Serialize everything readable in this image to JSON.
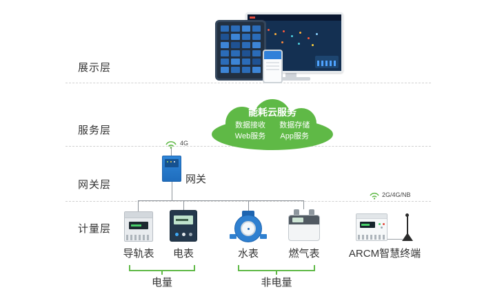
{
  "layers": [
    {
      "id": "display",
      "label": "展示层"
    },
    {
      "id": "service",
      "label": "服务层"
    },
    {
      "id": "gateway",
      "label": "网关层"
    },
    {
      "id": "metering",
      "label": "计量层"
    }
  ],
  "cloud": {
    "title": "能耗云服务",
    "columns": [
      {
        "lines": [
          "数据接收",
          "Web服务"
        ]
      },
      {
        "lines": [
          "数据存储",
          "App服务"
        ]
      }
    ]
  },
  "gateway": {
    "label": "网关",
    "signal": "4G"
  },
  "meters": [
    {
      "label": "导轨表"
    },
    {
      "label": "电表"
    },
    {
      "label": "水表"
    },
    {
      "label": "燃气表"
    },
    {
      "label": "ARCM智慧终端",
      "signal": "2G/4G/NB"
    }
  ],
  "groups": [
    {
      "label": "电量"
    },
    {
      "label": "非电量"
    }
  ],
  "colors": {
    "accent_green": "#5FB946",
    "device_blue": "#2F86D8",
    "connector_gray": "#8A9097",
    "text": "#333333"
  },
  "icons": {
    "gateway_signal": "wifi-icon",
    "arcm_signal": "wifi-icon",
    "arcm_antenna": "antenna-icon"
  }
}
